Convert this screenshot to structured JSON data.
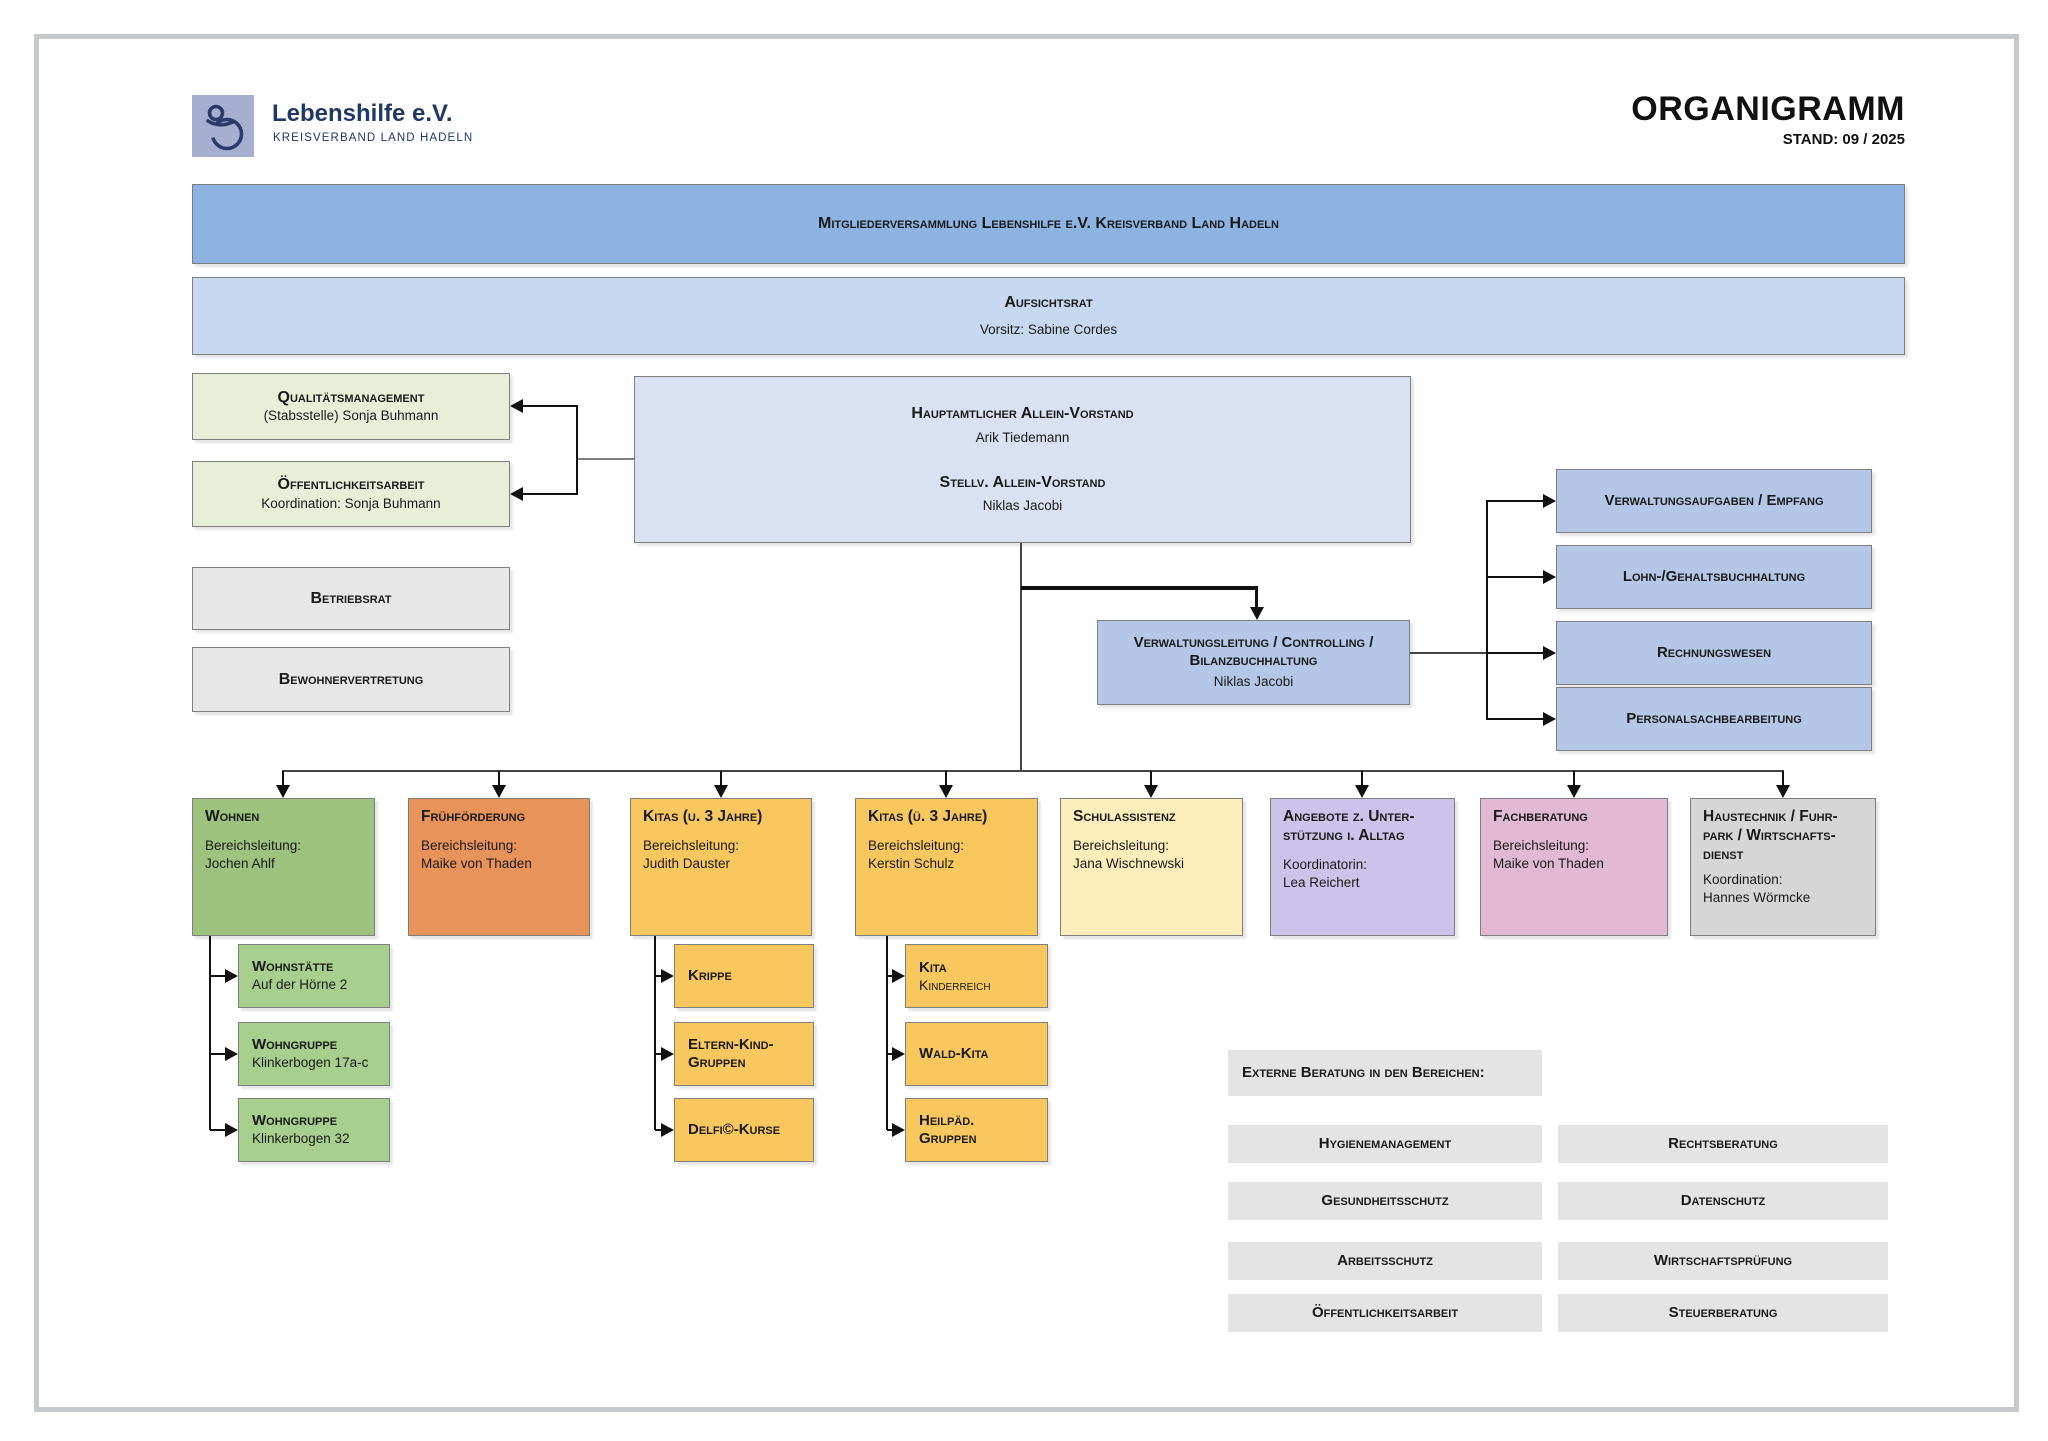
{
  "palette": {
    "banner_blue": "#8DB3E2",
    "light_blue": "#C6D9F1",
    "vorstand_blue": "#D9E1F2",
    "admin_blue": "#B4C7E7",
    "stab_green": "#E8EFD9",
    "dept_green": "#9DC37E",
    "sub_green": "#A7CF8D",
    "dept_orange": "#E8935A",
    "dept_gold": "#F8C75E",
    "dept_pale_yellow": "#FCEDBB",
    "dept_purple": "#CBC3E9",
    "dept_pink": "#E2B9D2",
    "dept_gray": "#D6D6D6",
    "neutral_gray": "#E7E7E7",
    "extern_gray": "#E4E4E4",
    "logo_square": "#A6AFD0",
    "logo_text": "#1F3864"
  },
  "header": {
    "logo_title": "Lebenshilfe e.V.",
    "logo_subtitle": "KREISVERBAND LAND HADELN",
    "title": "ORGANIGRAMM",
    "stand": "STAND: 09 / 2025"
  },
  "banners": {
    "mitgliederversammlung": "Mitgliederversammlung Lebenshilfe e.V. Kreisverband Land Hadeln",
    "aufsichtsrat": {
      "title": "Aufsichtsrat",
      "sub": "Vorsitz: Sabine Cordes"
    }
  },
  "staff_boxes": {
    "qualitaetsmanagement": {
      "title": "Qualitätsmanagement",
      "sub": "(Stabsstelle) Sonja Buhmann"
    },
    "oeffentlichkeitsarbeit": {
      "title": "Öffentlichkeitsarbeit",
      "sub": "Koordination: Sonja Buhmann"
    },
    "betriebsrat": "Betriebsrat",
    "bewohnervertretung": "Bewohnervertretung"
  },
  "vorstand": {
    "title1": "Hauptamtlicher Allein-Vorstand",
    "name1": "Arik Tiedemann",
    "title2": "Stellv. Allein-Vorstand",
    "name2": "Niklas Jacobi"
  },
  "verwaltung": {
    "title": "Verwaltungsleitung / Controlling / Bilanzbuchhaltung",
    "name": "Niklas Jacobi"
  },
  "admin_units": [
    "Verwaltungsaufgaben / Empfang",
    "Lohn-/Gehaltsbuchhaltung",
    "Rechnungswesen",
    "Personalsachbearbeitung"
  ],
  "departments": [
    {
      "title": "Wohnen",
      "line1": "Bereichsleitung:",
      "line2": "Jochen Ahlf"
    },
    {
      "title": "Frühförderung",
      "line1": "Bereichsleitung:",
      "line2": "Maike von Thaden"
    },
    {
      "title": "Kitas (u. 3 Jahre)",
      "line1": "Bereichsleitung:",
      "line2": "Judith Dauster"
    },
    {
      "title": "Kitas (ü. 3 Jahre)",
      "line1": "Bereichsleitung:",
      "line2": "Kerstin Schulz"
    },
    {
      "title": "Schulassistenz",
      "line1": "Bereichsleitung:",
      "line2": "Jana Wischnewski"
    },
    {
      "title": "Angebote z. Unter-stützung i. Alltag",
      "line1": "Koordinatorin:",
      "line2": "Lea Reichert"
    },
    {
      "title": "Fachberatung",
      "line1": "Bereichsleitung:",
      "line2": "Maike von Thaden"
    },
    {
      "title": "Haustechnik / Fuhr-park / Wirtschafts-dienst",
      "line1": "Koordination:",
      "line2": "Hannes Wörmcke"
    }
  ],
  "subs_wohnen": [
    {
      "title": "Wohnstätte",
      "sub": "Auf der Hörne 2"
    },
    {
      "title": "Wohngruppe",
      "sub": "Klinkerbogen 17a-c"
    },
    {
      "title": "Wohngruppe",
      "sub": "Klinkerbogen 32"
    }
  ],
  "subs_kitas_u3": [
    {
      "title": "Krippe"
    },
    {
      "title": "Eltern-Kind-Gruppen"
    },
    {
      "title": "Delfi©-Kurse"
    }
  ],
  "subs_kitas_ue3": [
    {
      "title": "Kita",
      "sub": "Kinderreich"
    },
    {
      "title": "Wald-Kita"
    },
    {
      "title": "Heilpäd. Gruppen"
    }
  ],
  "extern": {
    "header": "Externe Beratung in den Bereichen:",
    "left": [
      "Hygienemanagement",
      "Gesundheitsschutz",
      "Arbeitsschutz",
      "Öffentlichkeitsarbeit"
    ],
    "right": [
      "Rechtsberatung",
      "Datenschutz",
      "Wirtschaftsprüfung",
      "Steuerberatung"
    ]
  }
}
